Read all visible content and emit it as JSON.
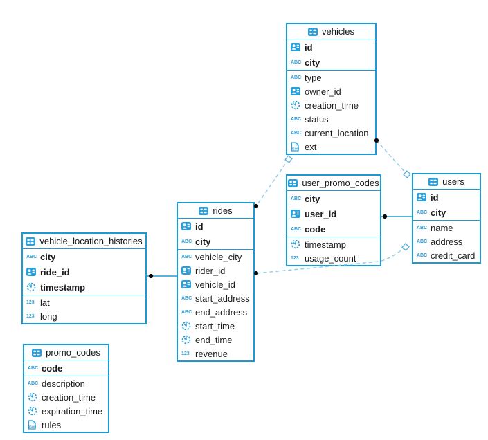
{
  "diagram_type": "entity-relationship",
  "colors": {
    "table_border": "#1d9ad3",
    "icon_blue": "#2b9fd9",
    "dashed_line": "#8ecbeb",
    "solid_line": "#1d9ad3",
    "marker_dot": "#0a0a0a",
    "marker_square_stroke": "#56aede",
    "text": "#1c1c1c"
  },
  "icons": {
    "abc": "ABC",
    "num": "123",
    "json_label": "JSON"
  },
  "tables": {
    "vehicles": {
      "title": "vehicles",
      "keys": [
        {
          "name": "id",
          "icon": "uuid-icon"
        },
        {
          "name": "city",
          "icon": "text-type-icon"
        }
      ],
      "cols": [
        {
          "name": "type",
          "icon": "text-type-icon"
        },
        {
          "name": "owner_id",
          "icon": "uuid-icon"
        },
        {
          "name": "creation_time",
          "icon": "timestamp-icon"
        },
        {
          "name": "status",
          "icon": "text-type-icon"
        },
        {
          "name": "current_location",
          "icon": "text-type-icon"
        },
        {
          "name": "ext",
          "icon": "json-type-icon"
        }
      ]
    },
    "user_promo_codes": {
      "title": "user_promo_codes",
      "keys": [
        {
          "name": "city",
          "icon": "text-type-icon"
        },
        {
          "name": "user_id",
          "icon": "uuid-icon"
        },
        {
          "name": "code",
          "icon": "text-type-icon"
        }
      ],
      "cols": [
        {
          "name": "timestamp",
          "icon": "timestamp-icon"
        },
        {
          "name": "usage_count",
          "icon": "number-type-icon"
        }
      ]
    },
    "users": {
      "title": "users",
      "keys": [
        {
          "name": "id",
          "icon": "uuid-icon"
        },
        {
          "name": "city",
          "icon": "text-type-icon"
        }
      ],
      "cols": [
        {
          "name": "name",
          "icon": "text-type-icon"
        },
        {
          "name": "address",
          "icon": "text-type-icon"
        },
        {
          "name": "credit_card",
          "icon": "text-type-icon"
        }
      ]
    },
    "rides": {
      "title": "rides",
      "keys": [
        {
          "name": "id",
          "icon": "uuid-icon"
        },
        {
          "name": "city",
          "icon": "text-type-icon"
        }
      ],
      "cols": [
        {
          "name": "vehicle_city",
          "icon": "text-type-icon"
        },
        {
          "name": "rider_id",
          "icon": "uuid-icon"
        },
        {
          "name": "vehicle_id",
          "icon": "uuid-icon"
        },
        {
          "name": "start_address",
          "icon": "text-type-icon"
        },
        {
          "name": "end_address",
          "icon": "text-type-icon"
        },
        {
          "name": "start_time",
          "icon": "timestamp-icon"
        },
        {
          "name": "end_time",
          "icon": "timestamp-icon"
        },
        {
          "name": "revenue",
          "icon": "number-type-icon"
        }
      ]
    },
    "vehicle_location_histories": {
      "title": "vehicle_location_histories",
      "keys": [
        {
          "name": "city",
          "icon": "text-type-icon"
        },
        {
          "name": "ride_id",
          "icon": "uuid-icon"
        },
        {
          "name": "timestamp",
          "icon": "timestamp-icon"
        }
      ],
      "cols": [
        {
          "name": "lat",
          "icon": "number-type-icon"
        },
        {
          "name": "long",
          "icon": "number-type-icon"
        }
      ]
    },
    "promo_codes": {
      "title": "promo_codes",
      "keys": [
        {
          "name": "code",
          "icon": "text-type-icon"
        }
      ],
      "cols": [
        {
          "name": "description",
          "icon": "text-type-icon"
        },
        {
          "name": "creation_time",
          "icon": "timestamp-icon"
        },
        {
          "name": "expiration_time",
          "icon": "timestamp-icon"
        },
        {
          "name": "rules",
          "icon": "json-type-icon"
        }
      ]
    }
  },
  "relationships": [
    {
      "from": "vehicles",
      "to": "users",
      "style": "dashed"
    },
    {
      "from": "vehicles",
      "to": "rides",
      "style": "dashed"
    },
    {
      "from": "users",
      "to": "rides",
      "style": "dashed"
    },
    {
      "from": "user_promo_codes",
      "to": "users",
      "style": "solid"
    },
    {
      "from": "vehicle_location_histories",
      "to": "rides",
      "style": "solid"
    }
  ]
}
